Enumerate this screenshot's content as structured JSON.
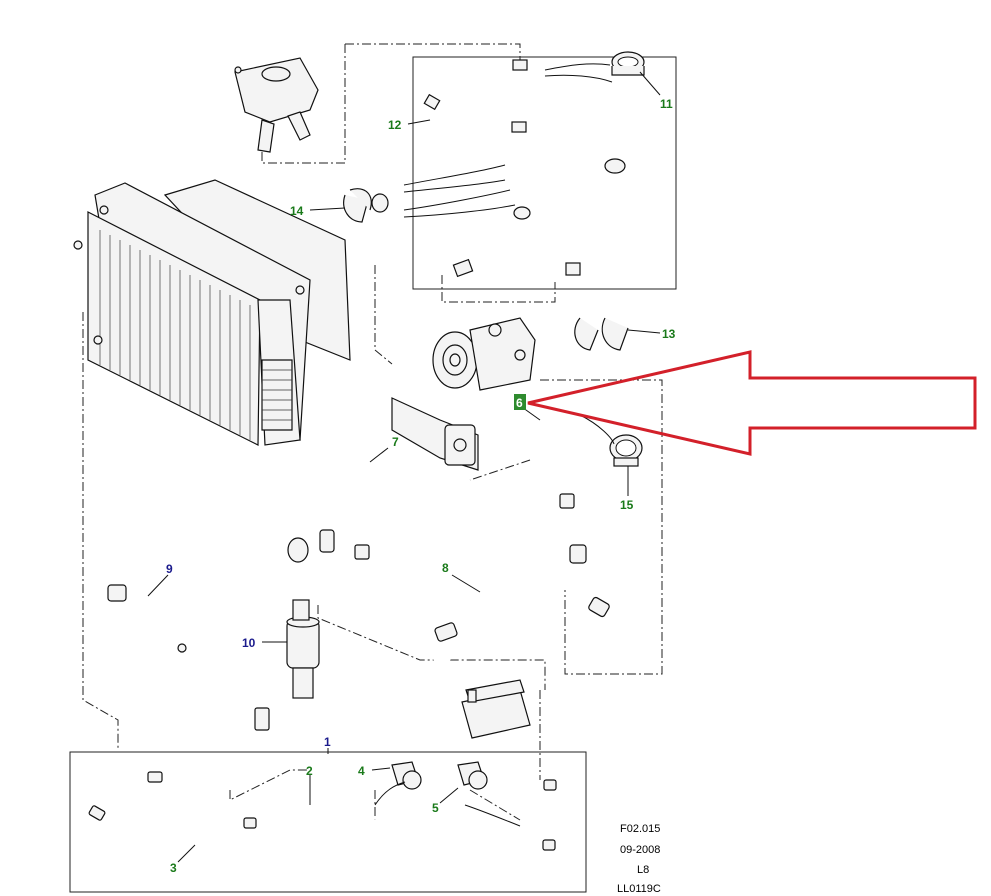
{
  "callouts": [
    {
      "id": "c1",
      "label": "1",
      "color": "#1a1a8c"
    },
    {
      "id": "c2",
      "label": "2",
      "color": "#1a7a1a"
    },
    {
      "id": "c3",
      "label": "3",
      "color": "#1a7a1a"
    },
    {
      "id": "c4",
      "label": "4",
      "color": "#1a7a1a"
    },
    {
      "id": "c5",
      "label": "5",
      "color": "#1a7a1a"
    },
    {
      "id": "c6",
      "label": "6",
      "color": "#1a7a1a"
    },
    {
      "id": "c7",
      "label": "7",
      "color": "#1a7a1a"
    },
    {
      "id": "c8",
      "label": "8",
      "color": "#1a7a1a"
    },
    {
      "id": "c9",
      "label": "9",
      "color": "#1a1a8c"
    },
    {
      "id": "c10",
      "label": "10",
      "color": "#1a1a8c"
    },
    {
      "id": "c11",
      "label": "11",
      "color": "#1a7a1a"
    },
    {
      "id": "c12",
      "label": "12",
      "color": "#1a7a1a"
    },
    {
      "id": "c13",
      "label": "13",
      "color": "#1a7a1a"
    },
    {
      "id": "c14",
      "label": "14",
      "color": "#1a7a1a"
    },
    {
      "id": "c15",
      "label": "15",
      "color": "#1a7a1a"
    }
  ],
  "reference": {
    "line1": "F02.015",
    "line2": "09-2008",
    "line3": "L8",
    "line4": "LL0119C"
  },
  "colors": {
    "arrow": "#d3202a",
    "highlight": "#2e8b2e",
    "green_text": "#1a7a1a",
    "blue_text": "#1a1a8c"
  }
}
